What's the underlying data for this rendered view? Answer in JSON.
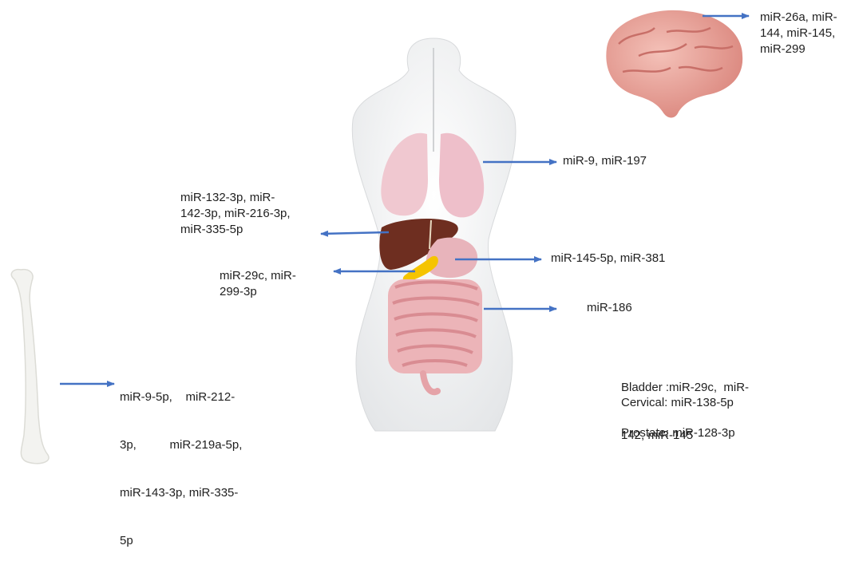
{
  "colors": {
    "arrow": "#4472c4",
    "torso": "#f1f3f4",
    "lung": "#f0c8d0",
    "liver": "#6e2e20",
    "pancreas": "#f5c400",
    "stomach": "#e8b4bb",
    "intestine": "#e5a3a8",
    "brain": "#e49a93",
    "bone": "#f3f3f0"
  },
  "icons": [
    "brain-icon",
    "torso-icon",
    "lungs-icon",
    "liver-icon",
    "pancreas-icon",
    "stomach-icon",
    "intestine-icon",
    "bone-icon"
  ],
  "labels": {
    "brain": [
      "miR-26a, miR-",
      "144,  miR-145,",
      "miR-299"
    ],
    "lung": "miR-9, miR-197",
    "liver": [
      "miR-132-3p, miR-",
      "142-3p, miR-216-3p,",
      "miR-335-5p"
    ],
    "pancreas": [
      "miR-29c, miR-",
      "299-3p"
    ],
    "stomach": "miR-145-5p, miR-381",
    "intestine": "miR-186",
    "bone": [
      "miR-9-5p,    miR-212-",
      "3p,          miR-219a-5p,",
      "miR-143-3p, miR-335-",
      "5p"
    ],
    "bladder": [
      "Bladder :miR-29c,  miR-",
      "142, miR-145"
    ],
    "cervical": "Cervical: miR-138-5p",
    "prostate": "Prostate: miR-128-3p"
  }
}
